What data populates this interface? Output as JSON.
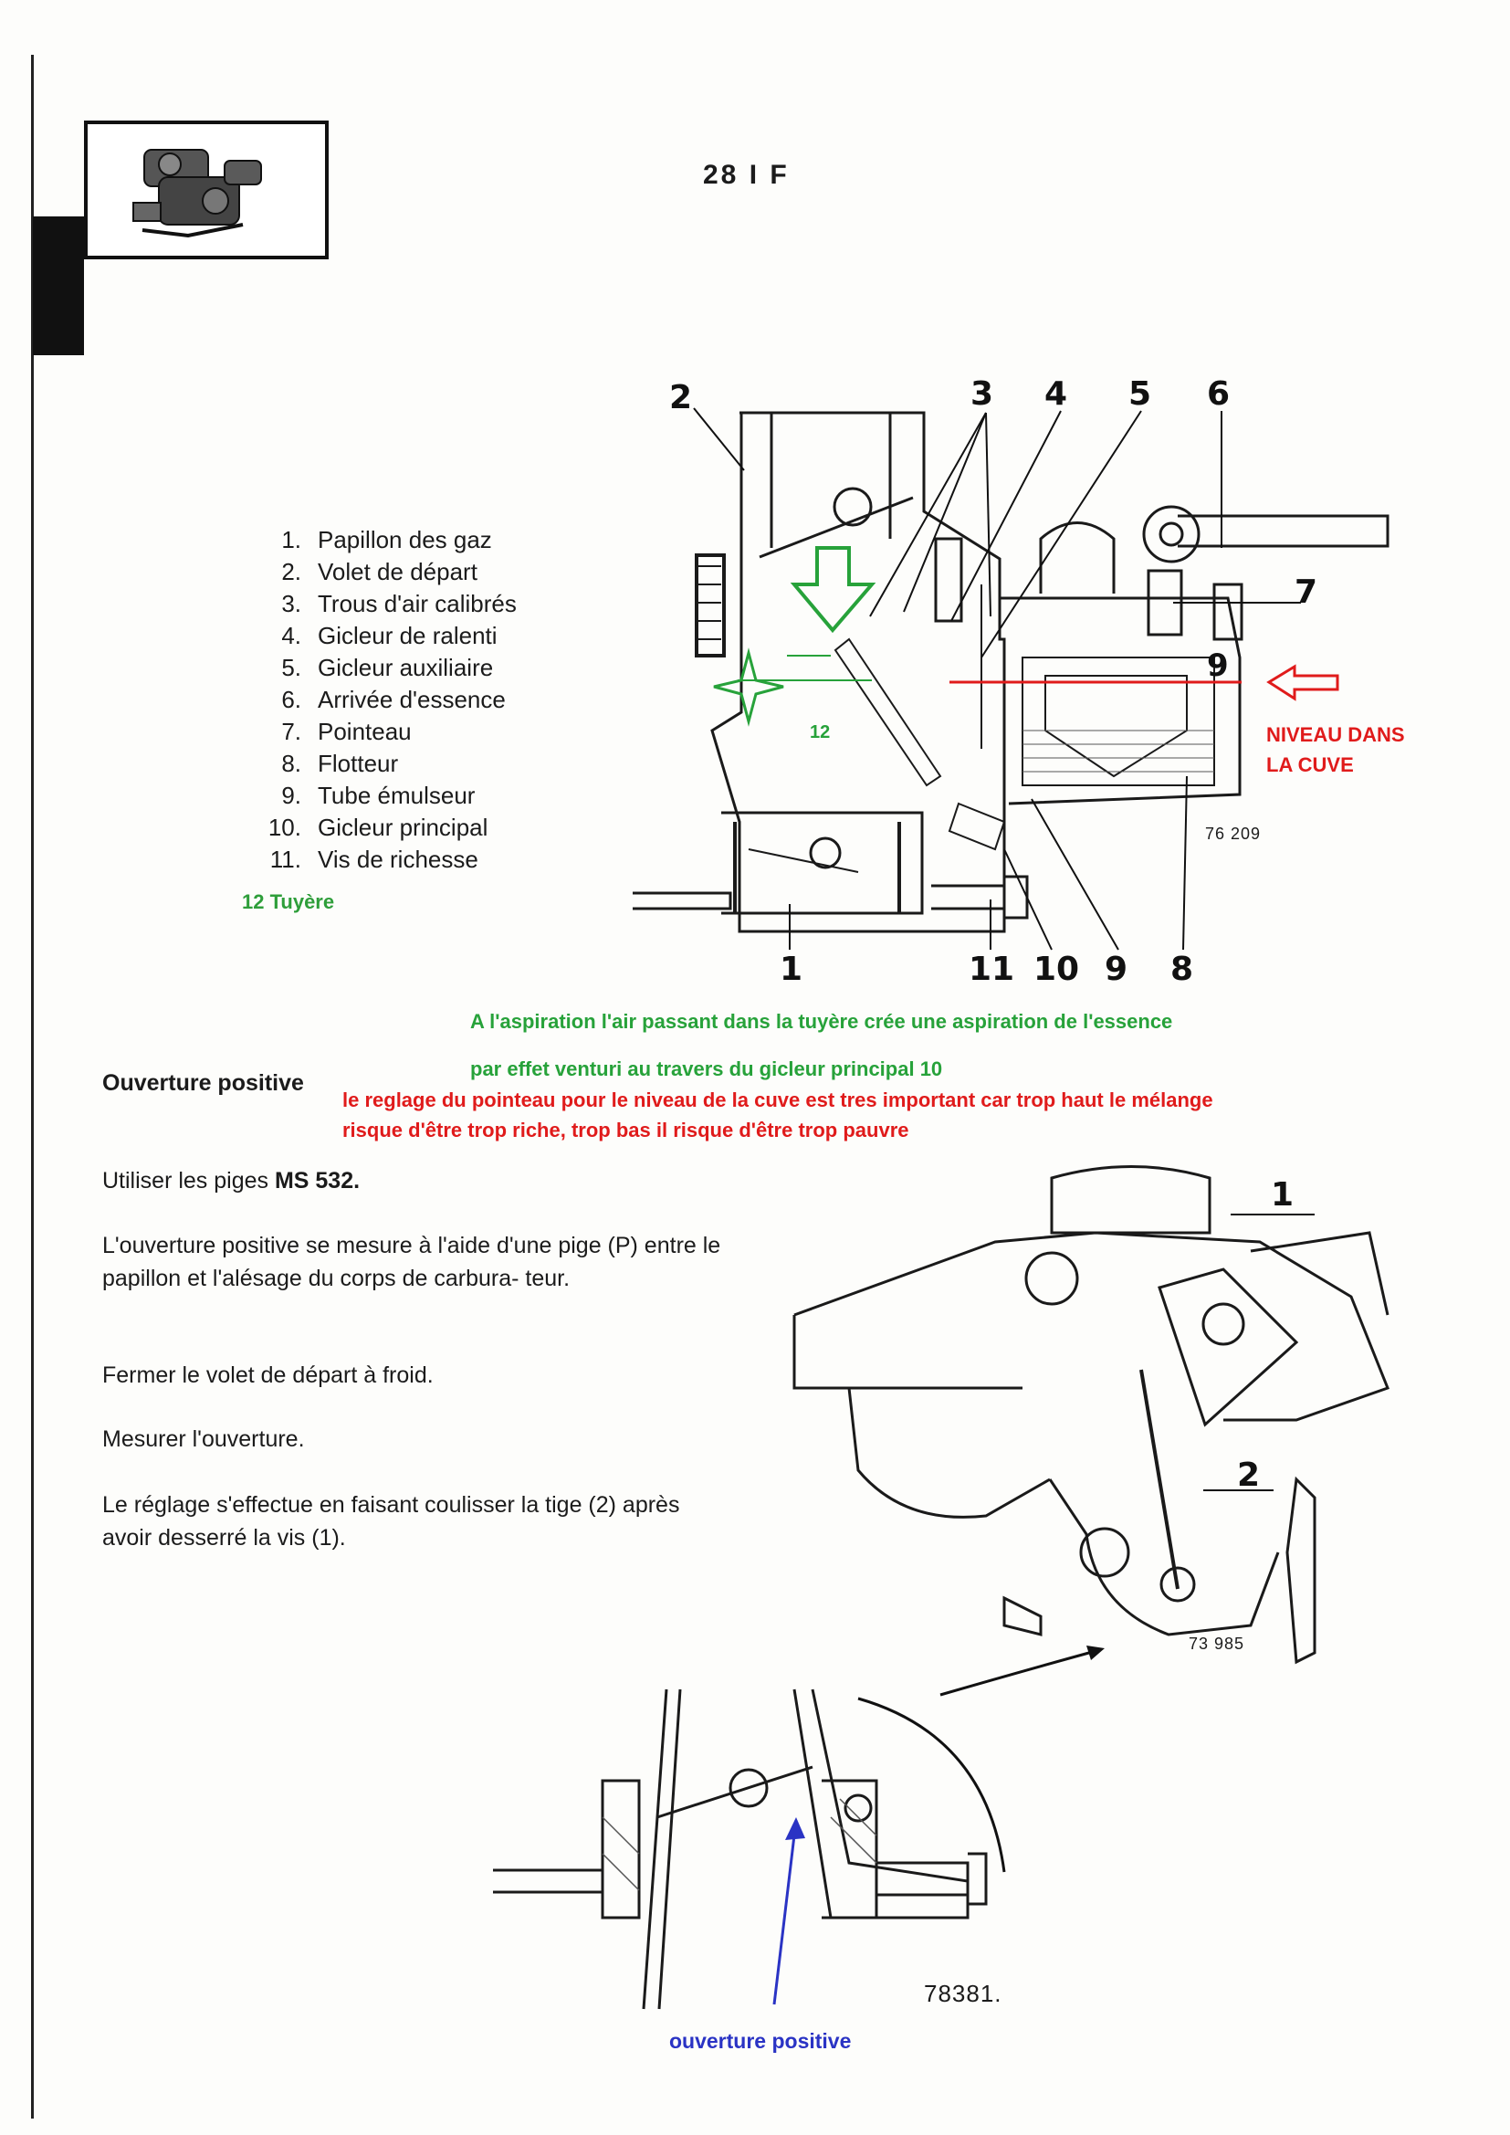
{
  "header": {
    "page_number": "28 I F"
  },
  "figure1": {
    "code": "76 209",
    "callouts": [
      "2",
      "3",
      "4",
      "5",
      "6",
      "7",
      "9",
      "12",
      "1",
      "11",
      "10",
      "9",
      "8"
    ],
    "legend": [
      {
        "num": "1.",
        "label": "Papillon des gaz"
      },
      {
        "num": "2.",
        "label": "Volet de départ"
      },
      {
        "num": "3.",
        "label": "Trous d'air calibrés"
      },
      {
        "num": "4.",
        "label": "Gicleur de ralenti"
      },
      {
        "num": "5.",
        "label": "Gicleur auxiliaire"
      },
      {
        "num": "6.",
        "label": "Arrivée d'essence"
      },
      {
        "num": "7.",
        "label": "Pointeau"
      },
      {
        "num": "8.",
        "label": "Flotteur"
      },
      {
        "num": "9.",
        "label": "Tube émulseur"
      },
      {
        "num": "10.",
        "label": "Gicleur principal"
      },
      {
        "num": "11.",
        "label": "Vis de richesse"
      }
    ],
    "legend_added": "12  Tuyère",
    "niveau_label_line1": "NIVEAU DANS",
    "niveau_label_line2": "LA CUVE"
  },
  "annotations": {
    "green_line1": "A l'aspiration l'air passant dans la tuyère  crée une aspiration de l'essence",
    "green_line2": "par effet venturi au travers du gicleur principal 10",
    "red_line1": "le reglage du pointeau pour le niveau de la cuve est tres important  car trop haut le mélange",
    "red_line2": "risque d'être trop riche, trop bas il risque d'être trop pauvre"
  },
  "section": {
    "heading": "Ouverture positive",
    "p1_prefix": "Utiliser les piges ",
    "p1_bold": "MS 532.",
    "p2": "L'ouverture positive se mesure à l'aide d'une pige (P) entre le papillon et l'alésage du corps de carbura- teur.",
    "p3": "Fermer le volet de départ à froid.",
    "p4": "Mesurer l'ouverture.",
    "p5": "Le réglage s'effectue en faisant coulisser la tige (2) après avoir desserré la vis (1)."
  },
  "figure2": {
    "code": "73 985",
    "callout1": "1",
    "callout2": "2"
  },
  "figure3": {
    "code": "78381.",
    "caption": "ouverture positive"
  },
  "colors": {
    "green": "#27a23a",
    "red": "#e01b1b",
    "blue": "#2a33c4"
  }
}
